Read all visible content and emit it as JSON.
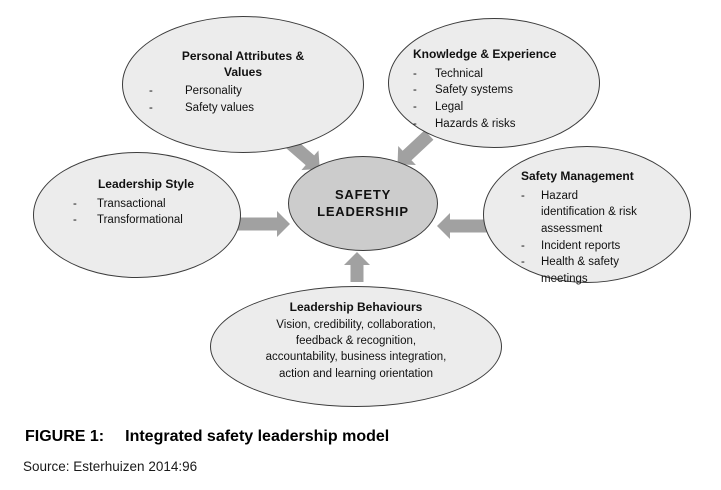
{
  "figure": {
    "caption_label": "FIGURE 1:",
    "caption_title": "Integrated safety leadership model",
    "source": "Source: Esterhuizen 2014:96"
  },
  "diagram": {
    "center": {
      "label": "SAFETY LEADERSHIP"
    },
    "nodes": {
      "personal_attributes": {
        "title": "Personal Attributes & Values",
        "items": [
          "Personality",
          "Safety values"
        ]
      },
      "knowledge_experience": {
        "title": "Knowledge & Experience",
        "items": [
          "Technical",
          "Safety systems",
          "Legal",
          "Hazards & risks"
        ]
      },
      "leadership_style": {
        "title": "Leadership Style",
        "items": [
          "Transactional",
          "Transformational"
        ]
      },
      "safety_management": {
        "title": "Safety Management",
        "items": [
          "Hazard identification & risk assessment",
          "Incident reports",
          "Health & safety meetings"
        ]
      },
      "leadership_behaviours": {
        "title": "Leadership Behaviours",
        "body": "Vision, credibility, collaboration, feedback & recognition, accountability, business integration, action and learning orientation"
      }
    },
    "colors": {
      "node_fill": "#ececec",
      "center_fill": "#cccccc",
      "arrow": "#a1a1a1",
      "outline": "#3c3c3c"
    }
  }
}
